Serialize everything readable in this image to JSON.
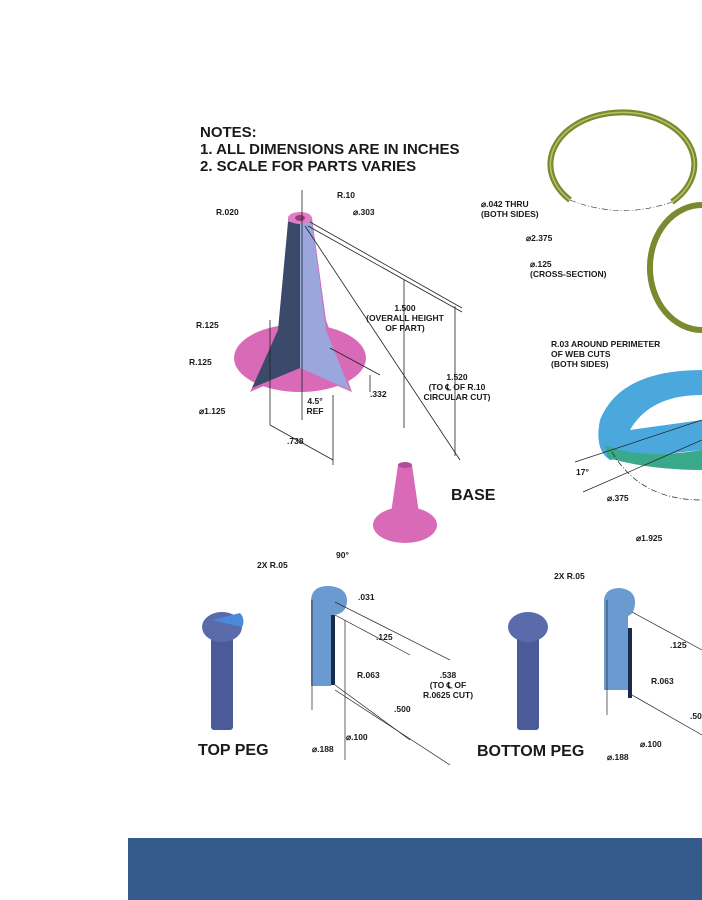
{
  "notes": {
    "title": "NOTES:",
    "items": [
      "1.  ALL DIMENSIONS ARE IN INCHES",
      "2.  SCALE FOR PARTS VARIES"
    ]
  },
  "base": {
    "label": "BASE",
    "dims": {
      "r10": "R.10",
      "r020": "R.020",
      "d303": "⌀.303",
      "r125a": "R.125",
      "r125b": "R.125",
      "d1125": "⌀1.125",
      "h1500": "1.500",
      "h1500_note1": "(OVERALL HEIGHT",
      "h1500_note2": "OF PART)",
      "h1520": "1.520",
      "h1520_note1": "(TO ℄  OF R.10",
      "h1520_note2": "CIRCULAR CUT)",
      "angle": "4.5°",
      "angle_ref": "REF",
      "d332": ".332",
      "d738": ".738"
    }
  },
  "ring": {
    "d042_1": "⌀.042 THRU",
    "d042_2": "(BOTH SIDES)",
    "d2375": "⌀2.375",
    "d125_1": "⌀.125",
    "d125_2": "(CROSS-SECTION)"
  },
  "wheel": {
    "r03_1": "R.03 AROUND PERIMETER",
    "r03_2": "OF WEB CUTS",
    "r03_3": "(BOTH SIDES)",
    "angle": "17°",
    "d375": "⌀.375",
    "d1925": "⌀1.925"
  },
  "top_peg": {
    "label": "TOP PEG",
    "r05": "2X R.05",
    "angle": "90°",
    "d031": ".031",
    "d125": ".125",
    "r063": "R.063",
    "d538": ".538",
    "d538_1": "(TO ℄  OF",
    "d538_2": "R.0625 CUT)",
    "d500": ".500",
    "d100": "⌀.100",
    "d188": "⌀.188"
  },
  "bottom_peg": {
    "label": "BOTTOM PEG",
    "r05": "2X R.05",
    "d125": ".125",
    "r063": "R.063",
    "d500": ".50",
    "d100": "⌀.100",
    "d188": "⌀.188"
  },
  "colors": {
    "footer": "#355a8c",
    "base": "#d86ab8",
    "ring": "#7a8a2e",
    "wheel": "#4aa8dc",
    "peg": "#5a6aaa"
  }
}
